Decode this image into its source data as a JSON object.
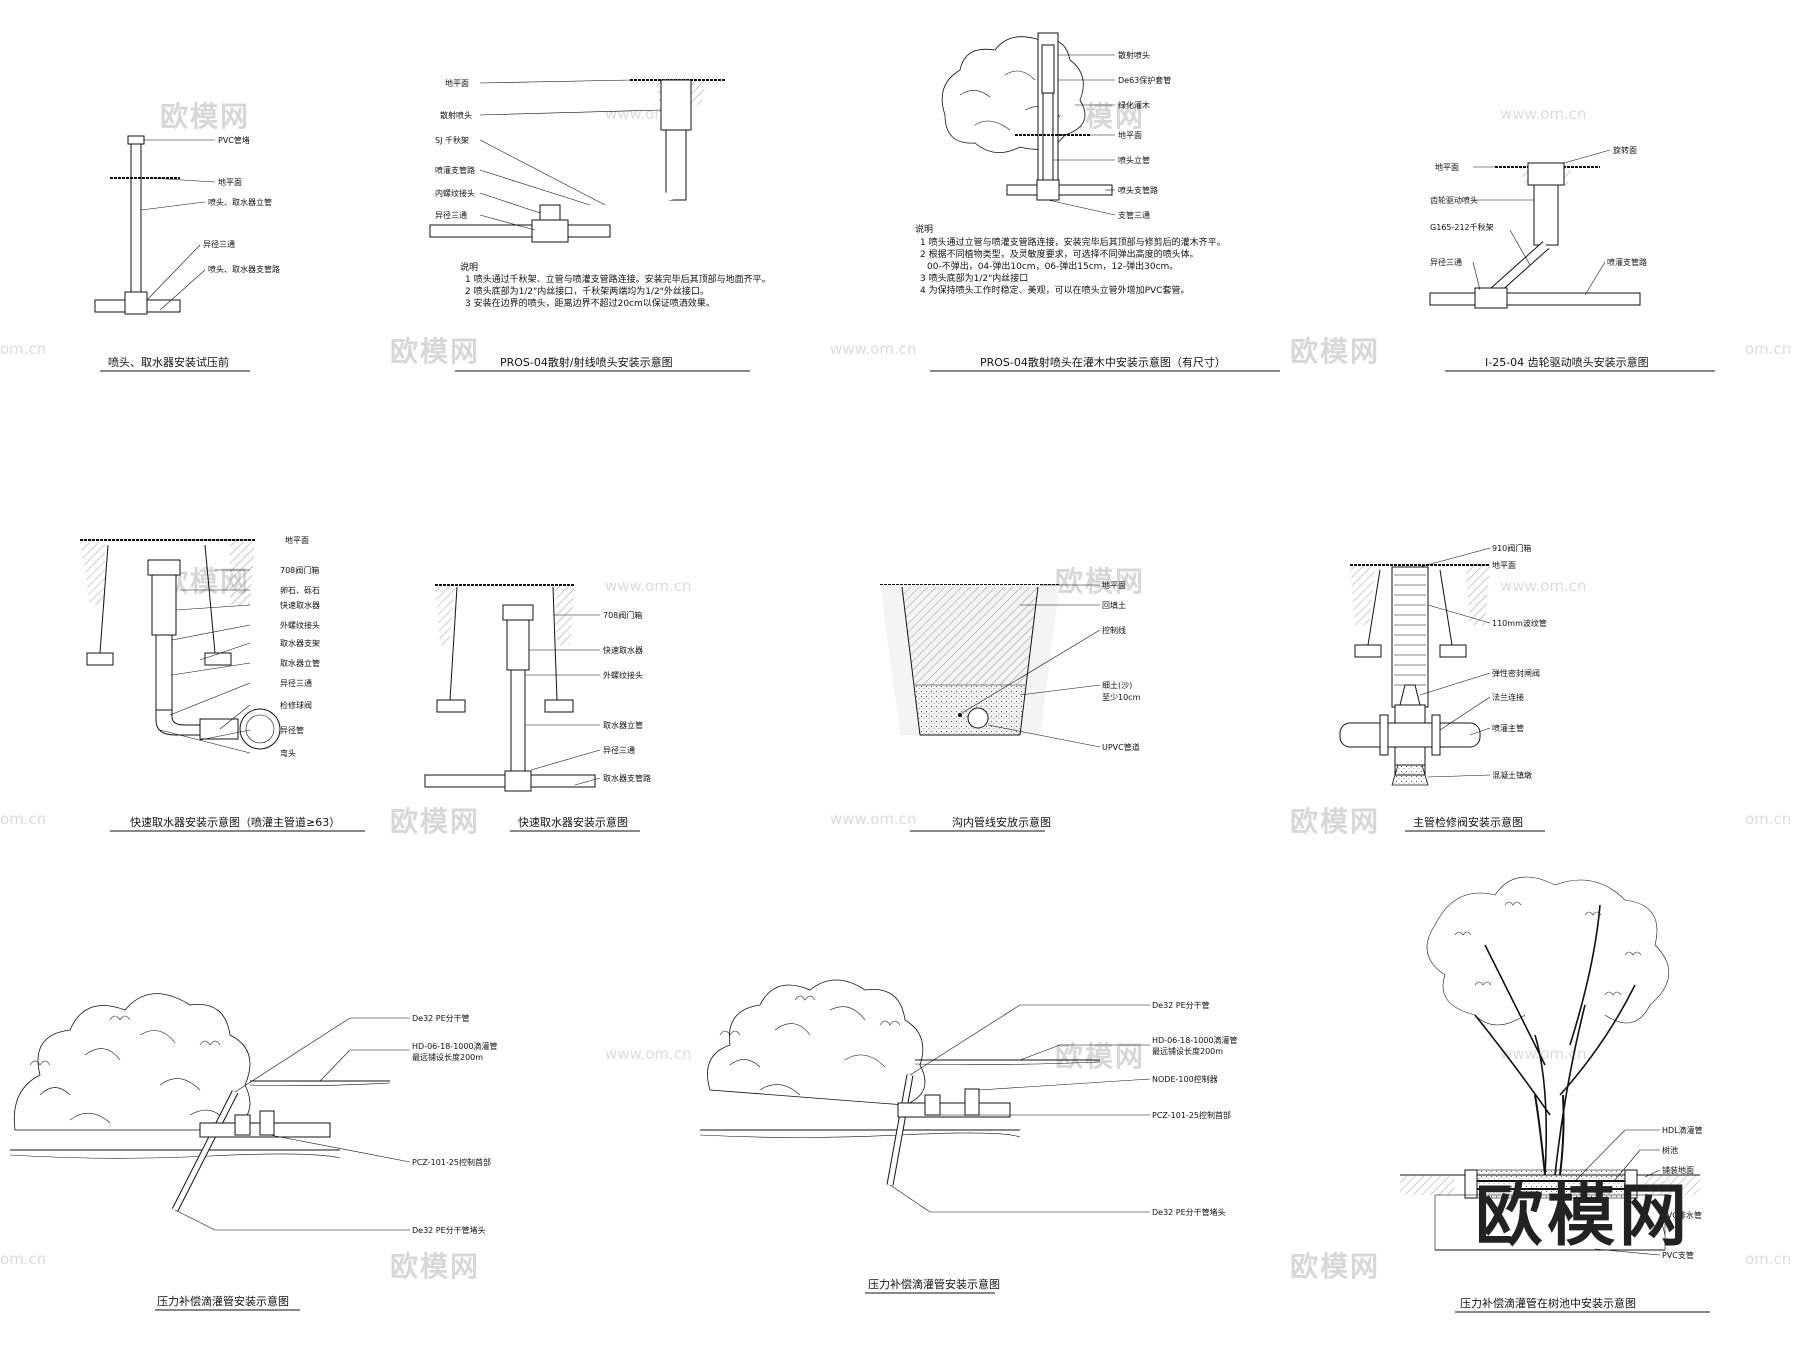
{
  "watermarks": {
    "brand": "欧模网",
    "url": "www.om.cn",
    "url_edge": "om.cn",
    "big": "欧模网"
  },
  "p1": {
    "caption": "喷头、取水器安装试压前",
    "labels": [
      "PVC管堵",
      "地平面",
      "喷头、取水器立管",
      "异径三通",
      "喷头、取水器支管路"
    ]
  },
  "p2": {
    "caption": "PROS-04散射/射线喷头安装示意图",
    "labels": [
      "地平面",
      "散射喷头",
      "SJ 千秋架",
      "喷灌支管路",
      "内螺纹接头",
      "异径三通"
    ],
    "notes_title": "说明",
    "notes": [
      "1 喷头通过千秋架、立管与喷灌支管路连接。安装完毕后其顶部与地面齐平。",
      "2 喷头底部为1/2\"内丝接口，千秋架两端均为1/2\"外丝接口。",
      "3 安装在边界的喷头，距离边界不超过20cm以保证喷洒效果。"
    ]
  },
  "p3": {
    "caption": "PROS-04散射喷头在灌木中安装示意图（有尺寸）",
    "labels": [
      "散射喷头",
      "De63保护套管",
      "绿化灌木",
      "地平面",
      "喷头立管",
      "喷头支管路",
      "支管三通"
    ],
    "notes_title": "说明",
    "notes": [
      "1 喷头通过立管与喷灌支管路连接，安装完毕后其顶部与修剪后的灌木齐平。",
      "2 根据不同植物类型，及灵敏度要求，可选择不同弹出高度的喷头体。",
      "00-不弹出，04-弹出10cm，06-弹出15cm，12-弹出30cm。",
      "3 喷头底部为1/2\"内丝接口",
      "4 为保持喷头工作时稳定、美观，可以在喷头立管外增加PVC套管。"
    ]
  },
  "p4": {
    "caption": "I-25-04 齿轮驱动喷头安装示意图",
    "labels": [
      "地平面",
      "齿轮驱动喷头",
      "G165-212千秋架",
      "异径三通",
      "喷灌支管路",
      "旋转面"
    ]
  },
  "p5": {
    "caption": "快速取水器安装示意图（喷灌主管道≥63）",
    "labels": [
      "地平面",
      "708阀门箱",
      "卵石、砾石",
      "快速取水器",
      "外螺纹接头",
      "取水器支架",
      "取水器立管",
      "异径三通",
      "检修球阀",
      "异径管",
      "弯头"
    ]
  },
  "p6": {
    "caption": "快速取水器安装示意图",
    "labels": [
      "708阀门箱",
      "快速取水器",
      "外螺纹接头",
      "取水器立管",
      "异径三通",
      "取水器支管路"
    ]
  },
  "p7": {
    "caption": "沟内管线安放示意图",
    "labels": [
      "地平面",
      "回填土",
      "控制线",
      "细土(沙)",
      "至少10cm",
      "UPVC管道"
    ]
  },
  "p8": {
    "caption": "主管检修阀安装示意图",
    "labels": [
      "910阀门箱",
      "地平面",
      "110mm波纹管",
      "弹性密封闸阀",
      "法兰连接",
      "喷灌主管",
      "混凝土镇墩"
    ]
  },
  "p9": {
    "caption": "压力补偿滴灌管安装示意图",
    "labels": [
      "De32 PE分干管",
      "HD-06-18-1000滴灌管",
      "最远铺设长度200m",
      "PCZ-101-25控制首部",
      "De32 PE分干管堵头"
    ]
  },
  "p10": {
    "caption": "压力补偿滴灌管安装示意图",
    "labels": [
      "De32 PE分干管",
      "HD-06-18-1000滴灌管",
      "最远铺设长度200m",
      "NODE-100控制器",
      "PCZ-101-25控制首部",
      "De32 PE分干管堵头"
    ]
  },
  "p11": {
    "caption": "压力补偿滴灌管在树池中安装示意图",
    "labels": [
      "HDL滴灌管",
      "树池",
      "铺装地面",
      "PVC排水管",
      "PVC支管"
    ]
  }
}
